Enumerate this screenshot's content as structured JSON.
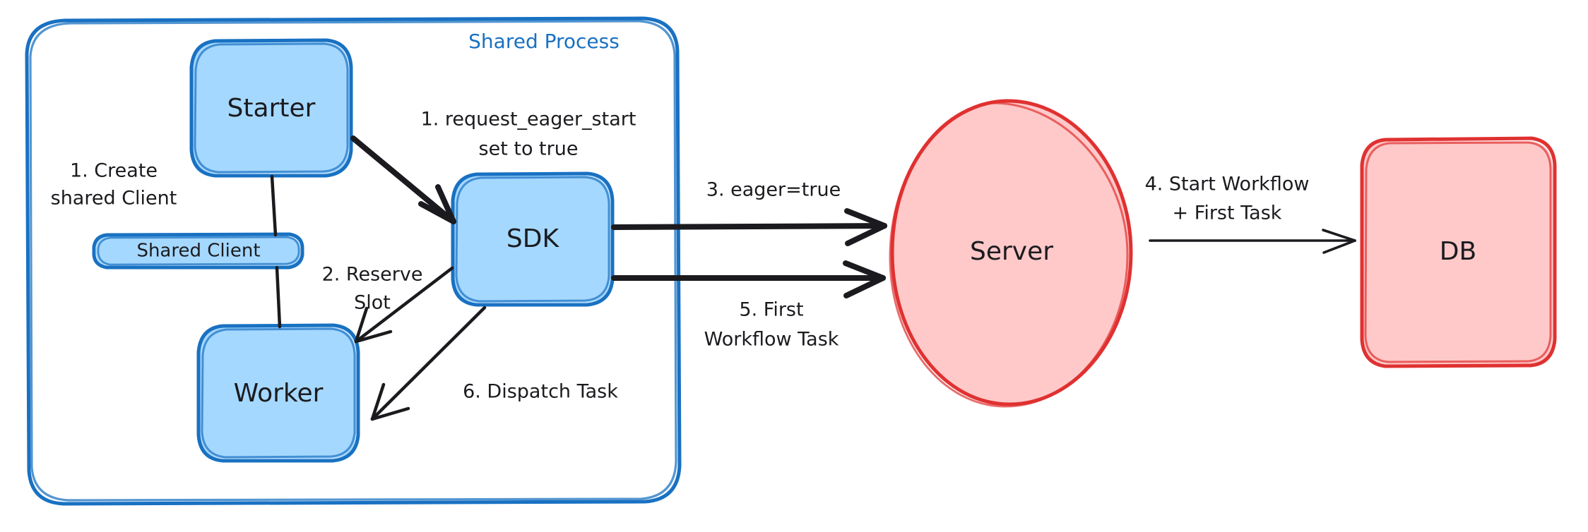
{
  "diagram": {
    "title": "Eager Workflow Start sequence",
    "colors": {
      "blue_stroke": "#1971c2",
      "blue_fill": "#a5d8ff",
      "red_stroke": "#e03131",
      "red_fill": "#ffc9c9",
      "text": "#1b1b1f",
      "background": "#ffffff"
    },
    "group": {
      "label": "Shared Process"
    },
    "nodes": [
      {
        "id": "starter",
        "label": "Starter",
        "shape": "rounded-rect",
        "color": "blue"
      },
      {
        "id": "shared-client",
        "label": "Shared Client",
        "shape": "rounded-rect",
        "color": "blue"
      },
      {
        "id": "worker",
        "label": "Worker",
        "shape": "rounded-rect",
        "color": "blue"
      },
      {
        "id": "sdk",
        "label": "SDK",
        "shape": "rounded-rect",
        "color": "blue"
      },
      {
        "id": "server",
        "label": "Server",
        "shape": "ellipse",
        "color": "red"
      },
      {
        "id": "db",
        "label": "DB",
        "shape": "rounded-rect",
        "color": "red"
      }
    ],
    "edges": [
      {
        "id": "create-shared-client",
        "from": "starter",
        "to": "shared-client",
        "label_lines": [
          "1. Create",
          "shared Client"
        ],
        "arrow": false
      },
      {
        "id": "request-eager-start",
        "from": "starter",
        "to": "sdk",
        "label_lines": [
          "1. request_eager_start",
          "set to true"
        ],
        "arrow": true
      },
      {
        "id": "reserve-slot",
        "from": "sdk",
        "to": "worker",
        "label_lines": [
          "2. Reserve",
          "Slot"
        ],
        "arrow": true
      },
      {
        "id": "eager-true",
        "from": "sdk",
        "to": "server",
        "label_lines": [
          "3. eager=true"
        ],
        "arrow": true
      },
      {
        "id": "start-workflow-first-task",
        "from": "server",
        "to": "db",
        "label_lines": [
          "4. Start Workflow",
          "+ First Task"
        ],
        "arrow": true
      },
      {
        "id": "first-workflow-task",
        "from": "sdk",
        "to": "server",
        "label_lines": [
          "5. First",
          "Workflow Task"
        ],
        "arrow": true
      },
      {
        "id": "dispatch-task",
        "from": "sdk",
        "to": "worker",
        "label_lines": [
          "6. Dispatch Task"
        ],
        "arrow": true
      }
    ]
  }
}
